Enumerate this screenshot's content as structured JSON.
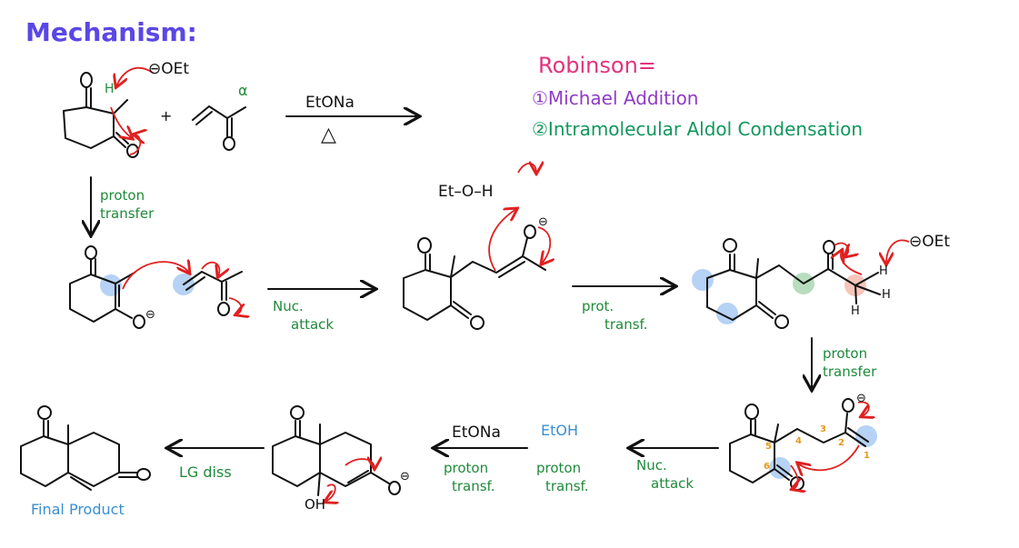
{
  "title": "Mechanism:",
  "summary": {
    "heading": "Robinson=",
    "step1": "①Michael Addition",
    "step2": "②Intramolecular Aldol Condensation"
  },
  "reagents": {
    "base_top": "EtONa",
    "heat": "△",
    "ethoxide": "⊖OEt",
    "ethoxide2": "⊖OEt",
    "ethanol": "Et–O–H",
    "alpha": "α",
    "etona_bottom": "EtONa",
    "etoh_bottom": "EtOH",
    "plus": "+"
  },
  "atoms": {
    "h_green": "H",
    "h1": "H",
    "h2": "H",
    "h3": "H",
    "oh": "OH",
    "neg": "⊖"
  },
  "steps": {
    "proton_transfer_1": [
      "proton",
      "transfer"
    ],
    "nuc_attack_1": [
      "Nuc.",
      "attack"
    ],
    "prot_transf": [
      "prot.",
      "transf."
    ],
    "proton_transfer_2": [
      "proton",
      "transfer"
    ],
    "nuc_attack_2": [
      "Nuc.",
      "attack"
    ],
    "proton_transf_a": [
      "proton",
      "transf."
    ],
    "proton_transf_b": [
      "proton",
      "transf."
    ],
    "lg_diss": "LG diss"
  },
  "numbering": [
    "1",
    "2",
    "3",
    "4",
    "5",
    "6"
  ],
  "final_product": "Final Product",
  "colors": {
    "title": "#5a47e6",
    "robinson": "#e3337d",
    "michael": "#8e3cc7",
    "aldol": "#12975c",
    "step_labels": "#1f8a3a",
    "arrows": "#e02020",
    "highlight_blue": "#9ec3f0",
    "highlight_green": "#9fd1a8",
    "highlight_red": "#f3b3a3",
    "final_product": "#3a8fd1"
  }
}
